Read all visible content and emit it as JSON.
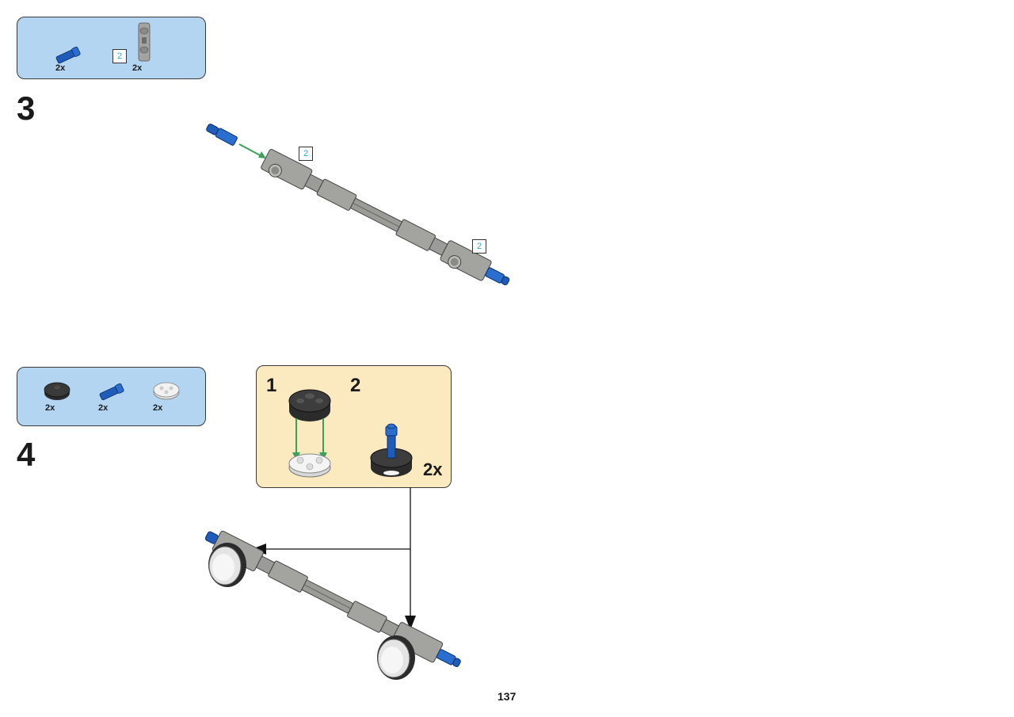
{
  "page_number": "137",
  "step3": {
    "number": "3",
    "parts": [
      {
        "icon": "blue-axle-pin-icon",
        "qty": "2x"
      },
      {
        "icon": "gray-connector-icon",
        "qty": "2x",
        "callout": "2"
      }
    ],
    "callouts": [
      "2",
      "2"
    ]
  },
  "step4": {
    "number": "4",
    "parts": [
      {
        "icon": "black-round-plate-icon",
        "qty": "2x"
      },
      {
        "icon": "blue-axle-pin-icon",
        "qty": "2x"
      },
      {
        "icon": "white-round-plate-icon",
        "qty": "2x"
      }
    ],
    "subassembly": {
      "steps": [
        "1",
        "2"
      ],
      "multiplier": "2x"
    }
  },
  "colors": {
    "parts_box_bg": "#b3d5f2",
    "subassembly_bg": "#fbe9bf",
    "arrow_green": "#3aa05a",
    "lego_blue": "#1f5bb8",
    "lego_gray": "#a3a3a0",
    "lego_black": "#2b2b2b"
  }
}
